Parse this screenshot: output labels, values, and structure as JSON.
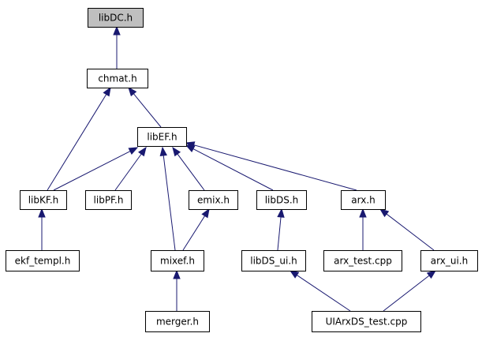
{
  "diagram": {
    "colors": {
      "edge": "#191970",
      "root_fill": "#bfbfbf",
      "node_fill": "#ffffff",
      "border": "#000000"
    },
    "nodes": [
      {
        "id": "libDC",
        "label": "libDC.h",
        "root": true
      },
      {
        "id": "chmat",
        "label": "chmat.h"
      },
      {
        "id": "libEF",
        "label": "libEF.h"
      },
      {
        "id": "libKF",
        "label": "libKF.h"
      },
      {
        "id": "libPF",
        "label": "libPF.h"
      },
      {
        "id": "emix",
        "label": "emix.h"
      },
      {
        "id": "libDS",
        "label": "libDS.h"
      },
      {
        "id": "arx",
        "label": "arx.h"
      },
      {
        "id": "ekf_templ",
        "label": "ekf_templ.h"
      },
      {
        "id": "mixef",
        "label": "mixef.h"
      },
      {
        "id": "libDS_ui",
        "label": "libDS_ui.h"
      },
      {
        "id": "arx_test",
        "label": "arx_test.cpp"
      },
      {
        "id": "arx_ui",
        "label": "arx_ui.h"
      },
      {
        "id": "merger",
        "label": "merger.h"
      },
      {
        "id": "UIArxDS_test",
        "label": "UIArxDS_test.cpp"
      }
    ],
    "edges": [
      {
        "from": "chmat",
        "to": "libDC"
      },
      {
        "from": "libEF",
        "to": "chmat"
      },
      {
        "from": "libKF",
        "to": "chmat"
      },
      {
        "from": "libKF",
        "to": "libEF"
      },
      {
        "from": "libPF",
        "to": "libEF"
      },
      {
        "from": "emix",
        "to": "libEF"
      },
      {
        "from": "mixef",
        "to": "libEF"
      },
      {
        "from": "libDS",
        "to": "libEF"
      },
      {
        "from": "arx",
        "to": "libEF"
      },
      {
        "from": "ekf_templ",
        "to": "libKF"
      },
      {
        "from": "mixef",
        "to": "emix"
      },
      {
        "from": "libDS_ui",
        "to": "libDS"
      },
      {
        "from": "arx_test",
        "to": "arx"
      },
      {
        "from": "arx_ui",
        "to": "arx"
      },
      {
        "from": "merger",
        "to": "mixef"
      },
      {
        "from": "UIArxDS_test",
        "to": "libDS_ui"
      },
      {
        "from": "UIArxDS_test",
        "to": "arx_ui"
      }
    ]
  }
}
